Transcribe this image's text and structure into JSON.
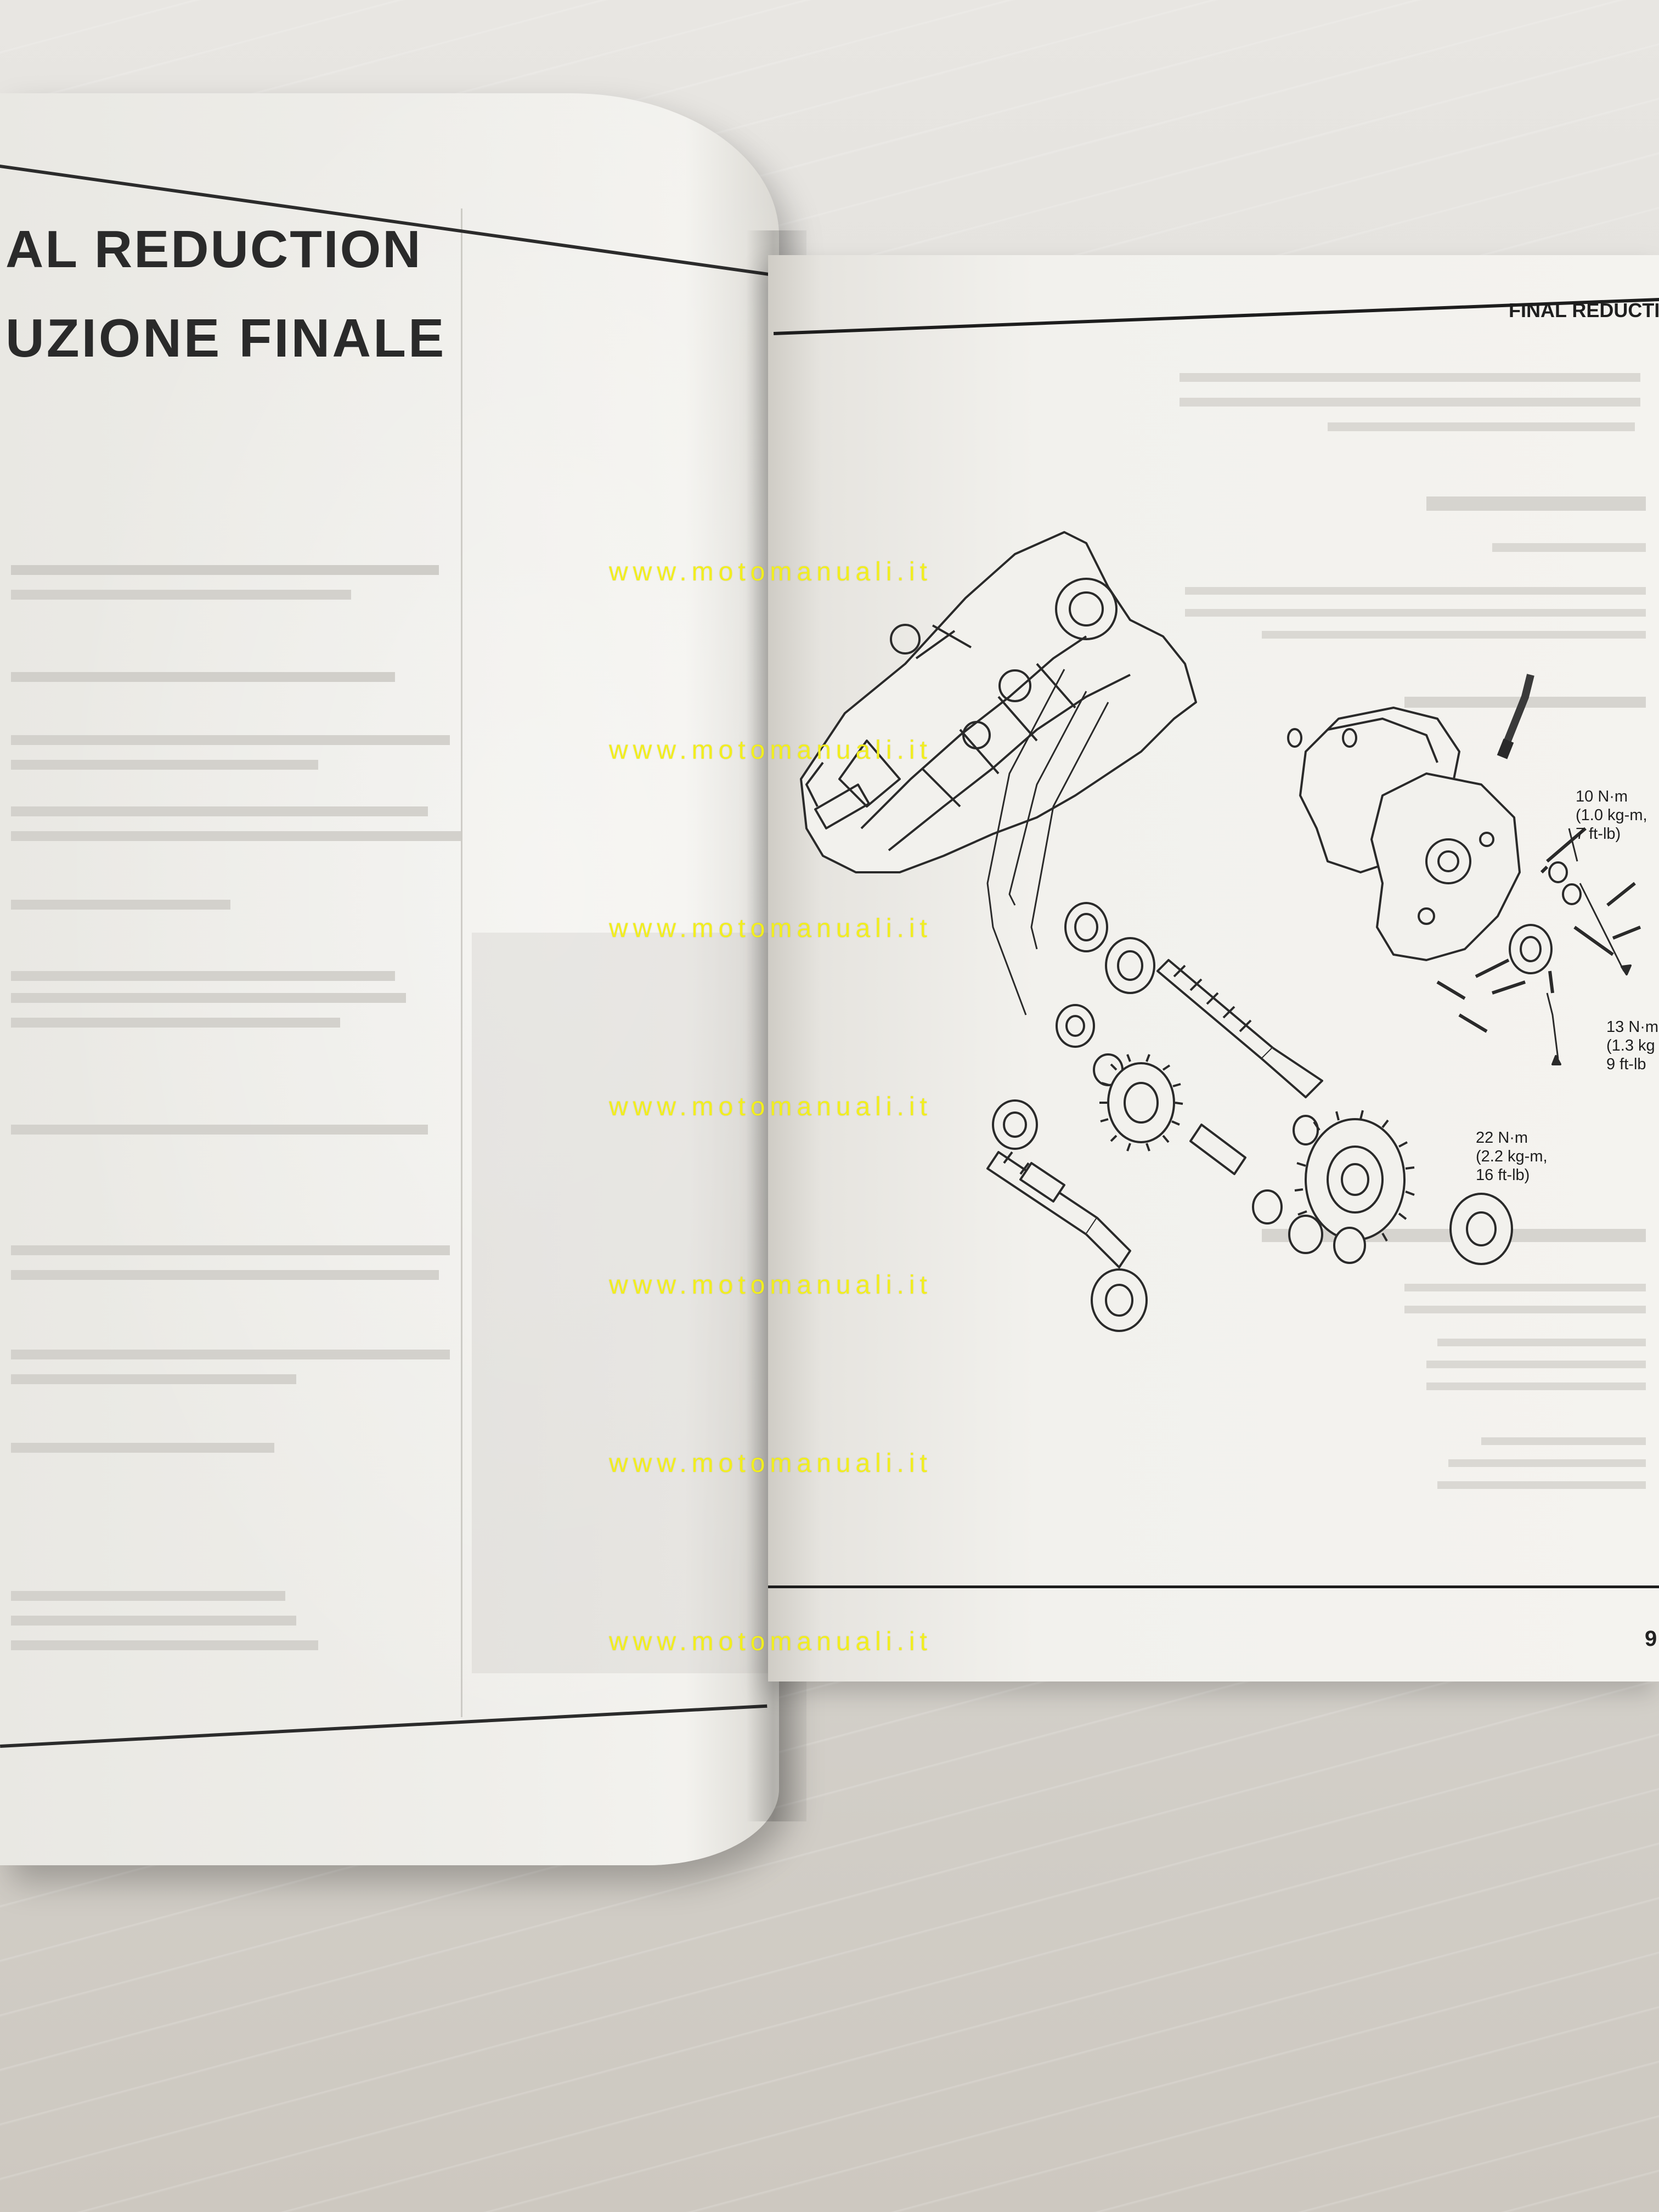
{
  "left_page": {
    "title_line_1": "AL REDUCTION",
    "title_line_2": "UZIONE FINALE"
  },
  "right_page": {
    "running_header": "FINAL REDUCTI",
    "page_number": "9",
    "torque_labels": [
      {
        "lines": [
          "10 N·m",
          "(1.0 kg-m,",
          "7 ft-lb)"
        ]
      },
      {
        "lines": [
          "13 N·m",
          "(1.3 kg",
          "9 ft-lb"
        ]
      },
      {
        "lines": [
          "22 N·m",
          "(2.2 kg-m,",
          "16 ft-lb)"
        ]
      }
    ]
  },
  "watermarks": [
    "www.motomanuali.it",
    "www.motomanuali.it",
    "www.motomanuali.it",
    "www.motomanuali.it",
    "www.motomanuali.it",
    "www.motomanuali.it",
    "www.motomanuali.it"
  ],
  "colors": {
    "watermark": "#f2ee1e",
    "ink": "#1e1e1e",
    "paper": "#f3f2ee",
    "table": "#d9d6d0"
  }
}
